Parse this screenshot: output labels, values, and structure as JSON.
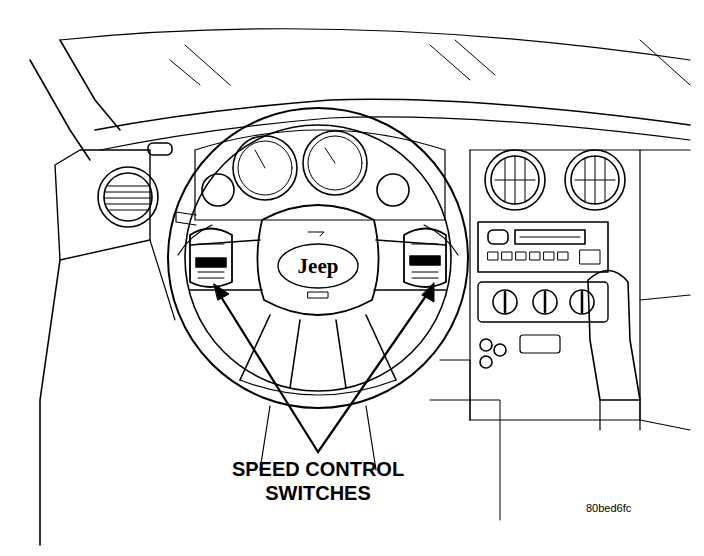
{
  "diagram": {
    "labels": [
      "Jeep",
      "SPEED CONTROL SWITCHES",
      "80bed6fc"
    ]
  }
}
